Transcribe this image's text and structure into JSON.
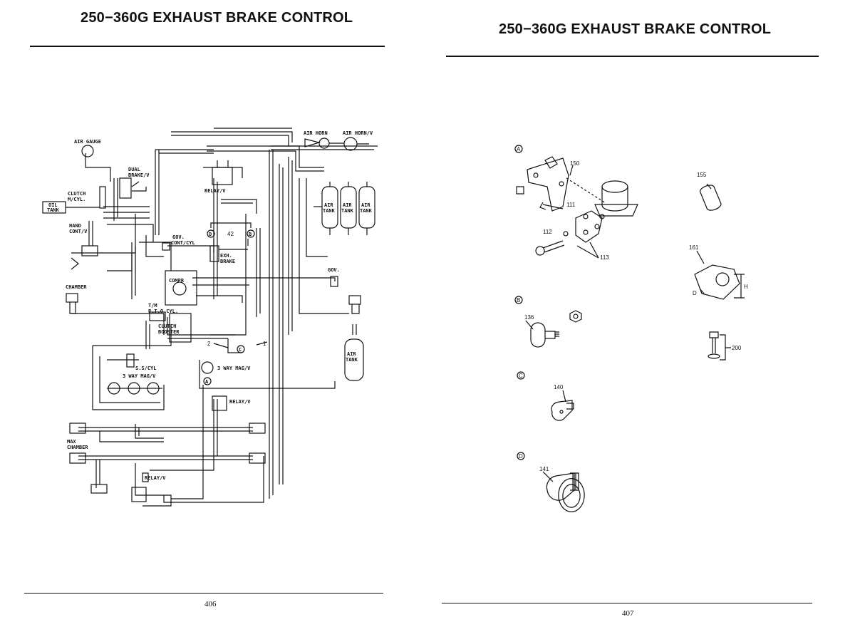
{
  "left_page": {
    "title": "250−360G   EXHAUST BRAKE CONTROL",
    "page_number": "406",
    "diagram": {
      "labels": {
        "air_gauge": "AIR GAUGE",
        "dual_brake_1": "DUAL",
        "dual_brake_2": "BRAKE/V",
        "clutch_cyl_1": "CLUTCH",
        "clutch_cyl_2": "M/CYL.",
        "oil_tank_1": "OIL",
        "oil_tank_2": "TANK",
        "hand_cont_1": "HAND",
        "hand_cont_2": "CONT/V",
        "chamber": "CHAMBER",
        "relay_top": "RELAY/V",
        "air_horn": "AIR HORN",
        "air_horn_v": "AIR HORN/V",
        "air_tank_1": "AIR",
        "air_tank_2": "TANK",
        "gov_cont_1": "GOV.",
        "gov_cont_2": "CONT/CYL",
        "exh_brake_1": "EXH.",
        "exh_brake_2": "BRAKE",
        "compr": "COMPR",
        "gov": "GOV.",
        "tm_1": "T/M",
        "tm_2": "P.T.O CYL.",
        "clutch_booster_1": "CLUTCH",
        "clutch_booster_2": "BOOSTER",
        "ss_cyl": "S.S/CYL",
        "three_way_mag_1": "3 WAY MAG/V",
        "three_way_mag_2": "3 WAY MAG/V",
        "relay_mid": "RELAY/V",
        "max_chamber_1": "MAX",
        "max_chamber_2": "CHAMBER",
        "relay_bottom": "RELAY/V",
        "num_42": "42",
        "num_2": "2",
        "num_1": "1",
        "callout_a": "A",
        "callout_b": "B",
        "callout_c": "C",
        "callout_d": "D"
      }
    }
  },
  "right_page": {
    "title": "250−360G   EXHAUST BRAKE CONTROL",
    "page_number": "407",
    "diagram": {
      "groups": [
        "A",
        "B",
        "C",
        "D"
      ],
      "parts": {
        "p150": "150",
        "p111": "111",
        "p112": "112",
        "p113": "113",
        "p155": "155",
        "p161": "161",
        "p136": "136",
        "p200": "200",
        "p140": "140",
        "p141": "141",
        "dim_h": "H",
        "dim_d": "D"
      }
    }
  },
  "colors": {
    "ink": "#111111",
    "paper": "#ffffff"
  }
}
